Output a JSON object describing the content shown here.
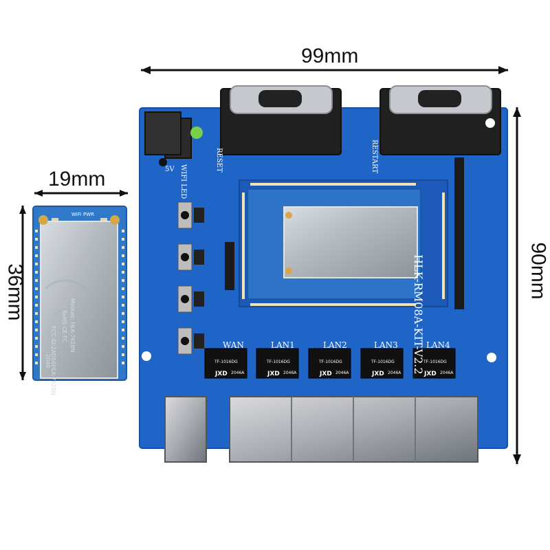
{
  "dimensions": {
    "top_width": "99mm",
    "right_height": "90mm",
    "module_width": "19mm",
    "module_height": "36mm"
  },
  "module_labels": {
    "wifi": "WiFi",
    "pwr": "PWR",
    "model_line": "Module: HLK-7628N",
    "rohs": "RoHS CE FC",
    "fcc_id": "FCC ID:2AD56HLK-7628N",
    "code": "2046"
  },
  "board_labels": {
    "board_name": "HLK-RM08A-KIT-V2.2",
    "reset": "RESET",
    "restart": "RESTART",
    "wifi_led": "WIFI LED",
    "voltage": "5V",
    "wan": "WAN",
    "lan1": "LAN1",
    "lan2": "LAN2",
    "lan3": "LAN3",
    "lan4": "LAN4",
    "transformer_text": "TF-1016DG",
    "jxd": "JXD",
    "transformer_code": "2046A"
  },
  "colors": {
    "board_blue": "#1f65c8",
    "board_blue_dark": "#184f9f",
    "shield_gray": "#b8bcc2",
    "shield_dark": "#898f97",
    "arrow_black": "#111111",
    "connector_silver": "#c8c9cc",
    "header_black": "#1a1a1a",
    "gold": "#c8a14f",
    "module_pcb": "#2c76c7"
  }
}
